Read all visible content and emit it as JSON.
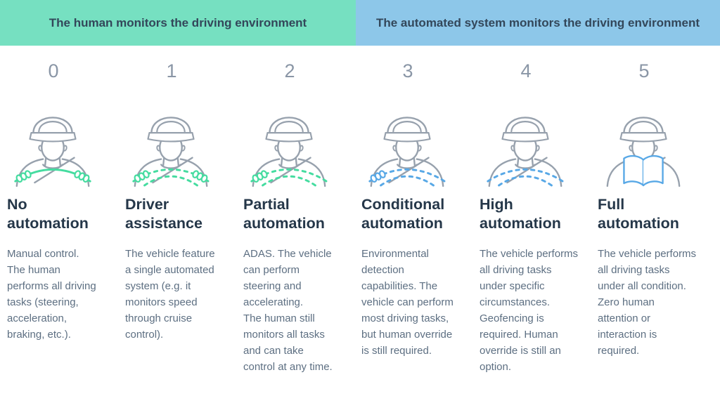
{
  "banners": {
    "human": {
      "label": "The human monitors the driving environment",
      "color": "#76e0c1"
    },
    "automated": {
      "label": "The automated system monitors the driving environment",
      "color": "#8dc7e9"
    },
    "text_color": "#33475a"
  },
  "colors": {
    "green": "#45dca0",
    "blue": "#58a8e6",
    "icon_gray": "#97a1ad",
    "number_gray": "#8a96a6",
    "title_navy": "#253749",
    "description_gray": "#5d6f82"
  },
  "levels": [
    {
      "number": "0",
      "title": "No\nautomation",
      "description": "Manual control.\nThe  human\nperforms all driving\ntasks (steering,\nacceleration,\nbraking, etc.).",
      "icon": {
        "label": "driver with both hands on solid green steering wheel",
        "wheel": "solid",
        "accent": "green",
        "hands": 2,
        "book": false
      }
    },
    {
      "number": "1",
      "title": "Driver\nassistance",
      "description": "The vehicle feature\na single automated\nsystem (e.g. it\nmonitors speed\nthrough cruise\ncontrol).",
      "icon": {
        "label": "driver with both hands on dashed green steering wheel",
        "wheel": "dashed",
        "accent": "green",
        "hands": 2,
        "book": false
      }
    },
    {
      "number": "2",
      "title": "Partial\nautomation",
      "description": "ADAS. The vehicle\ncan perform\nsteering and\naccelerating.\nThe human still\nmonitors all tasks\nand can take\ncontrol at any time.",
      "icon": {
        "label": "driver with one hand on dashed green steering wheel",
        "wheel": "dashed",
        "accent": "green",
        "hands": 1,
        "book": false
      }
    },
    {
      "number": "3",
      "title": "Conditional\nautomation",
      "description": "Environmental\ndetection\ncapabilities. The\nvehicle can perform\nmost driving tasks,\nbut human override\nis still required.",
      "icon": {
        "label": "driver with one hand on dashed blue steering wheel",
        "wheel": "dashed",
        "accent": "blue",
        "hands": 1,
        "book": false
      }
    },
    {
      "number": "4",
      "title": "High\nautomation",
      "description": "The vehicle performs\nall driving tasks\nunder specific\ncircumstances.\nGeofencing is\nrequired. Human\noverride is still an\noption.",
      "icon": {
        "label": "driver with no hands on dashed blue steering wheel",
        "wheel": "dashed",
        "accent": "blue",
        "hands": 0,
        "book": false
      }
    },
    {
      "number": "5",
      "title": "Full\nautomation",
      "description": "The vehicle performs\nall driving tasks\nunder all condition.\nZero human\nattention or\ninteraction is\nrequired.",
      "icon": {
        "label": "passenger reading a blue book, no steering wheel",
        "wheel": "none",
        "accent": "blue",
        "hands": 0,
        "book": true
      }
    }
  ]
}
